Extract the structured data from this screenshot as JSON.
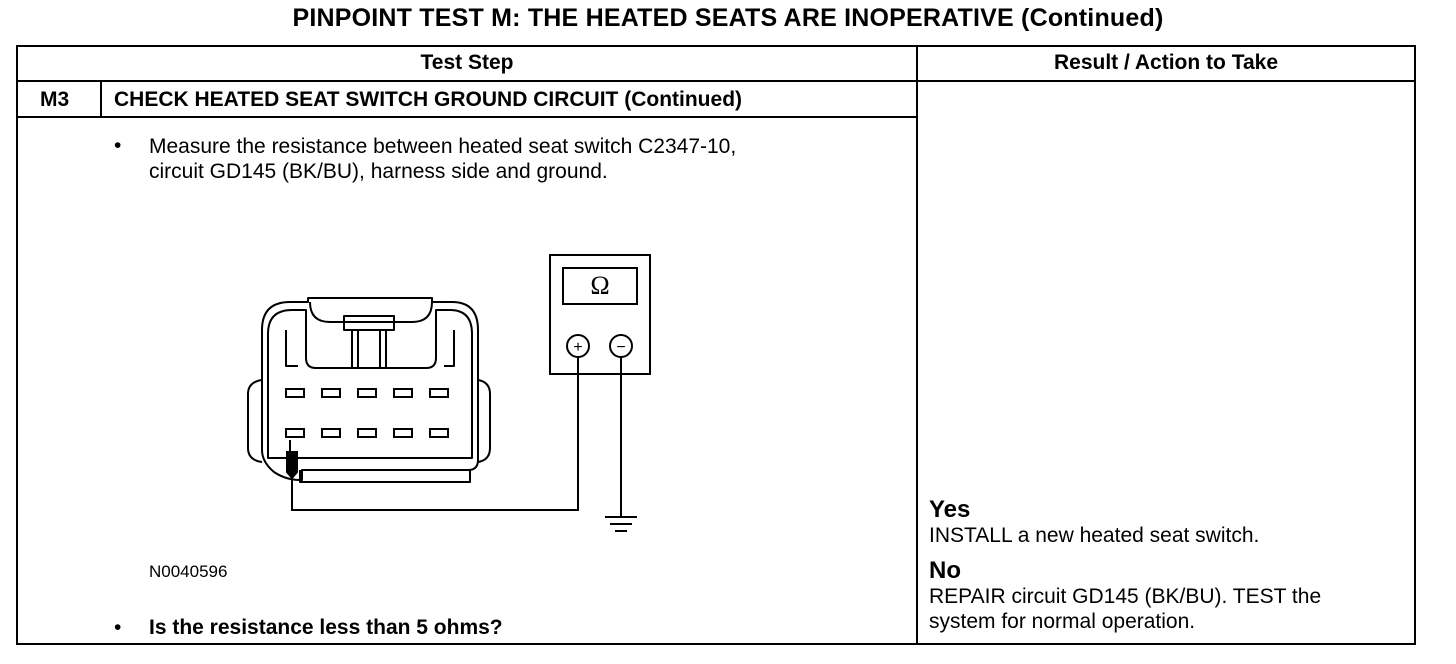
{
  "title": "PINPOINT TEST  M: THE HEATED SEATS ARE INOPERATIVE (Continued)",
  "table": {
    "headers": {
      "test_step": "Test Step",
      "result": "Result / Action to Take"
    },
    "step": {
      "number": "M3",
      "title": "CHECK HEATED SEAT SWITCH GROUND CIRCUIT (Continued)",
      "bullet": "•",
      "instruction_line1": "Measure the resistance between heated seat switch C2347-10,",
      "instruction_line2": "circuit GD145 (BK/BU), harness side and ground.",
      "figure": {
        "meter_symbol": "Ω",
        "plus": "+",
        "minus": "−",
        "id": "N0040596"
      },
      "question": "Is the resistance less than 5 ohms?"
    },
    "results": {
      "yes_label": "Yes",
      "yes_action": "INSTALL a new heated seat switch.",
      "no_label": "No",
      "no_action_line1": "REPAIR circuit GD145 (BK/BU). TEST the",
      "no_action_line2": "system for normal operation."
    }
  }
}
